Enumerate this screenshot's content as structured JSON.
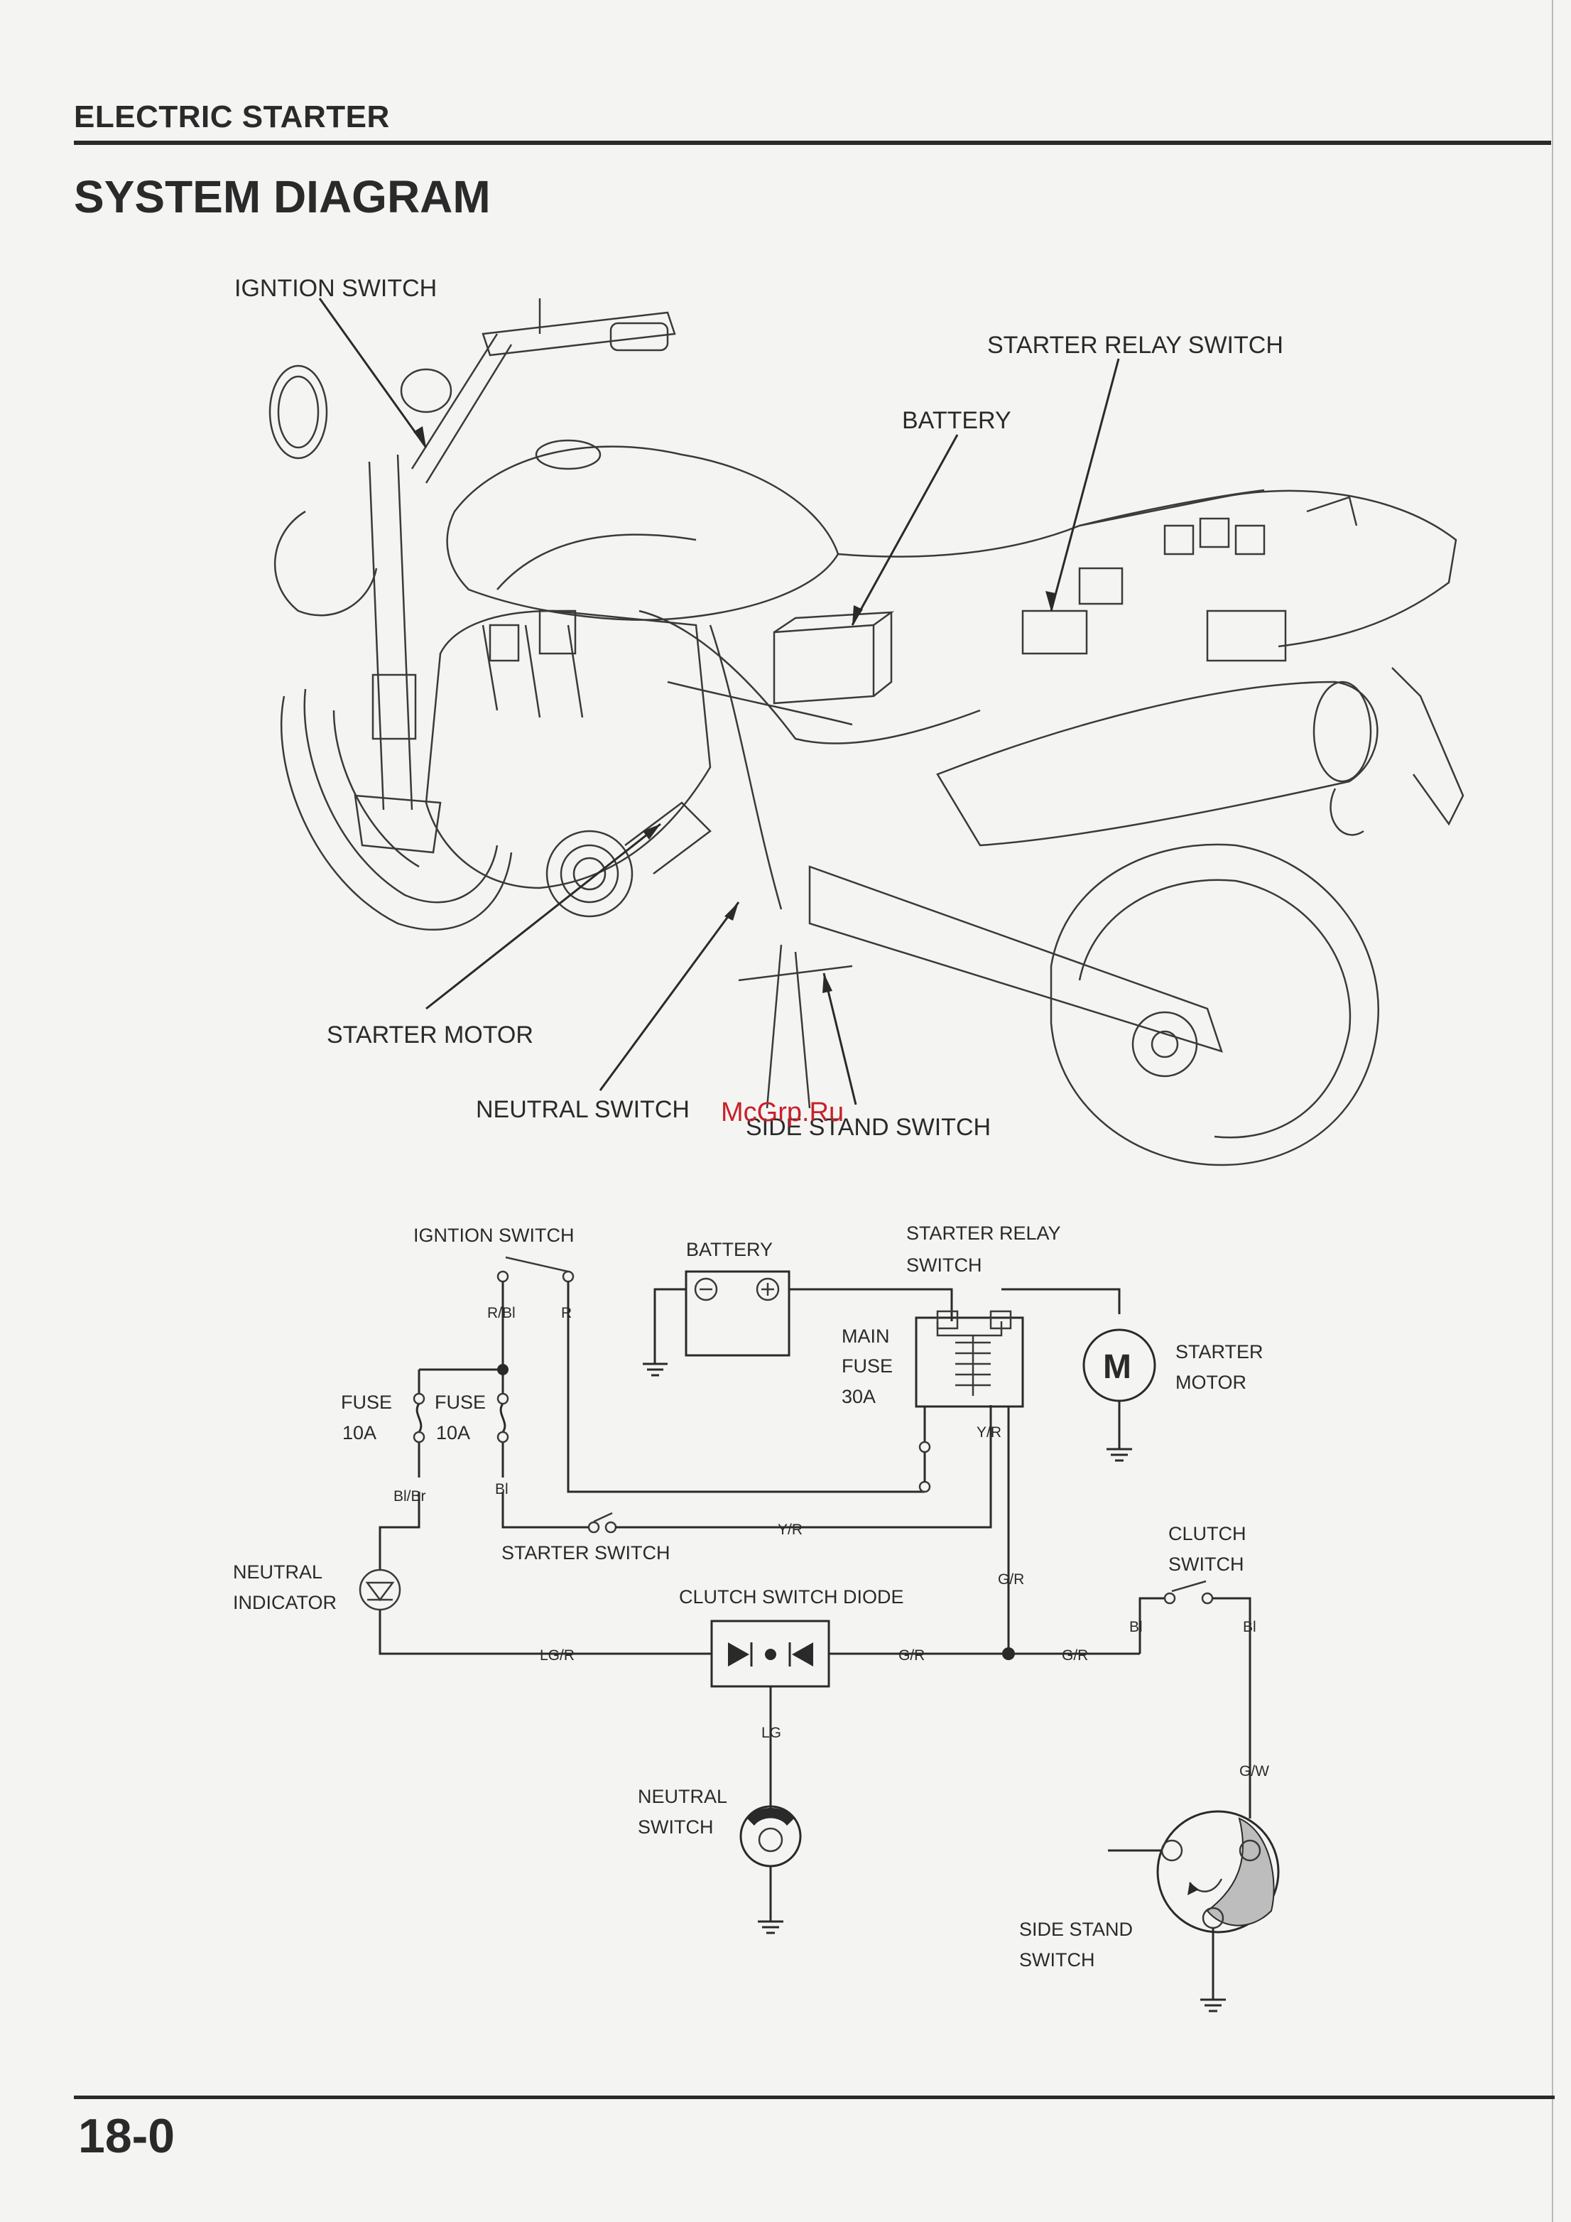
{
  "header": {
    "section_title": "ELECTRIC STARTER",
    "page_heading": "SYSTEM DIAGRAM"
  },
  "illustration": {
    "labels": {
      "ignition_switch": "IGNTION SWITCH",
      "starter_relay_switch": "STARTER RELAY SWITCH",
      "battery": "BATTERY",
      "starter_motor": "STARTER MOTOR",
      "neutral_switch": "NEUTRAL SWITCH",
      "side_stand_switch": "SIDE STAND SWITCH"
    },
    "watermark": "McGrp.Ru"
  },
  "schematic": {
    "ignition_switch": "IGNTION SWITCH",
    "battery": "BATTERY",
    "starter_relay_line1": "STARTER RELAY",
    "starter_relay_line2": "SWITCH",
    "main_fuse_line1": "MAIN",
    "main_fuse_line2": "FUSE",
    "main_fuse_line3": "30A",
    "motor_symbol": "M",
    "starter_motor_line1": "STARTER",
    "starter_motor_line2": "MOTOR",
    "fuse1_line1": "FUSE",
    "fuse1_line2": "10A",
    "fuse2_line1": "FUSE",
    "fuse2_line2": "10A",
    "starter_switch": "STARTER SWITCH",
    "neutral_indicator_line1": "NEUTRAL",
    "neutral_indicator_line2": "INDICATOR",
    "clutch_switch_diode": "CLUTCH SWITCH DIODE",
    "clutch_switch_line1": "CLUTCH",
    "clutch_switch_line2": "SWITCH",
    "neutral_switch_line1": "NEUTRAL",
    "neutral_switch_line2": "SWITCH",
    "side_stand_switch_line1": "SIDE STAND",
    "side_stand_switch_line2": "SWITCH",
    "wire_codes": {
      "r_bl": "R/Bl",
      "r": "R",
      "bl_br": "Bl/Br",
      "bl_fuse": "Bl",
      "y_r_relay": "Y/R",
      "y_r_starter": "Y/R",
      "lg_r": "LG/R",
      "g_r_diode": "G/R",
      "g_r_vertical": "G/R",
      "g_r_clutch": "G/R",
      "bl_clutch_left": "Bl",
      "bl_clutch_right": "Bl",
      "lg": "LG",
      "g_w": "G/W"
    }
  },
  "footer": {
    "page_number": "18-0"
  }
}
